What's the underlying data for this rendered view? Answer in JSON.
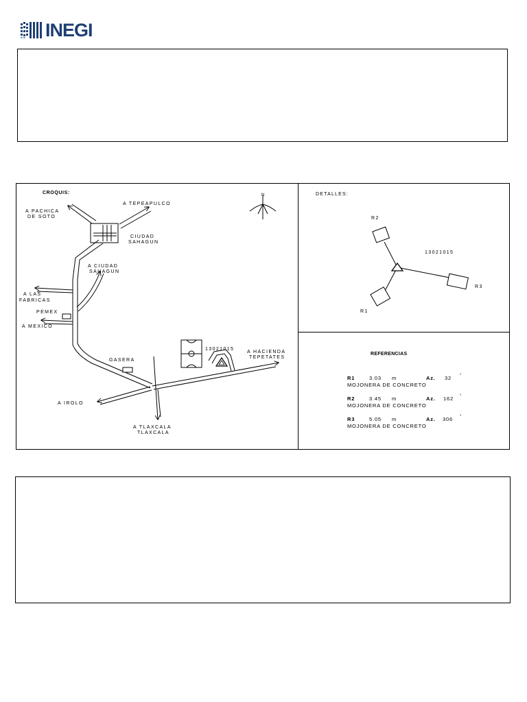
{
  "header": {
    "logo_text": "INEGI",
    "brand_color": "#1f3f73"
  },
  "croquis": {
    "title": "CROQUIS:",
    "places": {
      "pachica": [
        "A PACHICA",
        "DE SOTO"
      ],
      "tepeapulco": "A TEPEAPULCO",
      "ciudad_sahagun": [
        "CIUDAD",
        "SAHAGUN"
      ],
      "a_ciudad_sahagun": [
        "A CIUDAD",
        "SAHAGUN"
      ],
      "fabricas": [
        "A LAS",
        "FABRICAS"
      ],
      "pemex": "PEMEX",
      "mexico": "A MEXICO",
      "gasera": "GASERA",
      "irolo": "A IROLO",
      "tlaxcala": [
        "A TLAXCALA",
        "TLAXCALA"
      ],
      "hacienda": [
        "A HACIENDA",
        "TEPETATES"
      ],
      "station_code": "13021015"
    },
    "north_label": "N"
  },
  "detalles": {
    "title": "DETALLES:",
    "station_code": "13021015",
    "labels": {
      "r1": "R1",
      "r2": "R2",
      "r3": "R3"
    }
  },
  "referencias": {
    "title": "REFERENCIAS",
    "items": [
      {
        "id": "R1",
        "distance": "3.03",
        "unit": "m",
        "az_label": "Az.",
        "azimuth": "32",
        "deg": "°",
        "description": "MOJONERA DE CONCRETO"
      },
      {
        "id": "R2",
        "distance": "3.45",
        "unit": "m",
        "az_label": "Az.",
        "azimuth": "162",
        "deg": "°",
        "description": "MOJONERA DE CONCRETO"
      },
      {
        "id": "R3",
        "distance": "5.05",
        "unit": "m",
        "az_label": "Az.",
        "azimuth": "306",
        "deg": "°",
        "description": "MOJONERA DE CONCRETO"
      }
    ]
  }
}
